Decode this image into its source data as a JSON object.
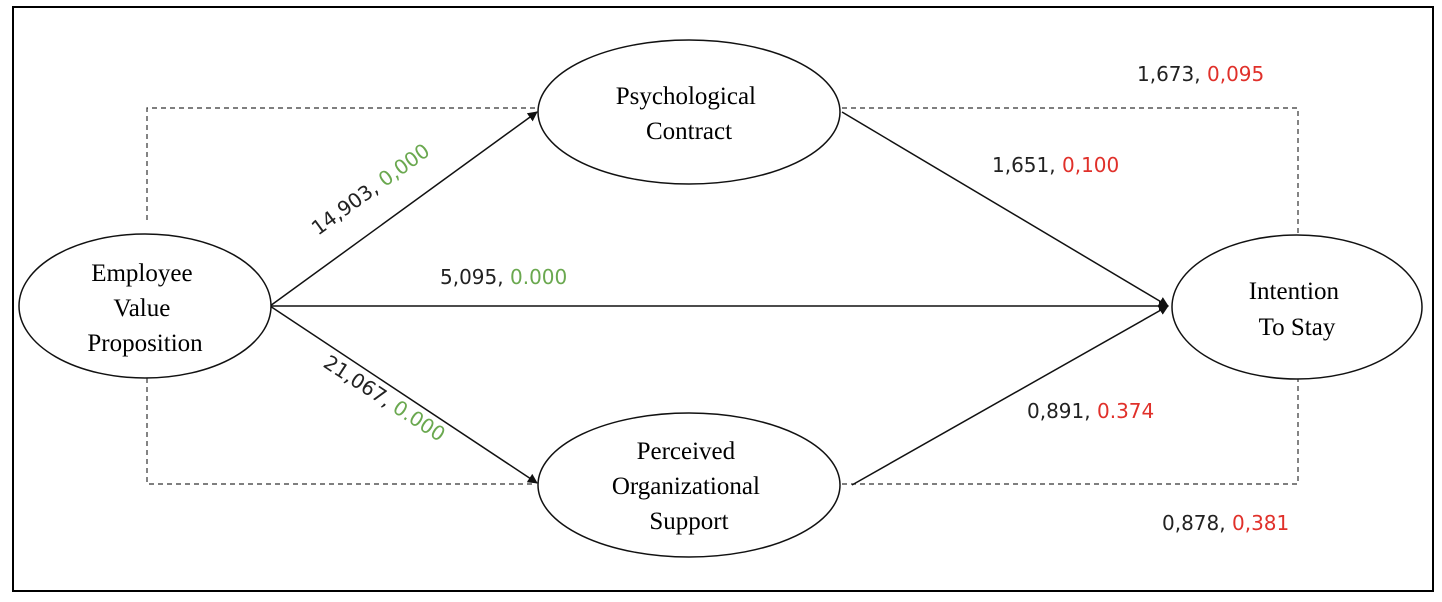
{
  "colors": {
    "black": "#222222",
    "green": "#6aa84f",
    "red": "#e0302a"
  },
  "nodes": {
    "evp": {
      "lines": [
        "Employee",
        "Value",
        "Proposition"
      ]
    },
    "pc": {
      "lines": [
        "Psychological",
        "Contract"
      ]
    },
    "pos": {
      "lines": [
        "Perceived",
        "Organizational",
        "Support"
      ]
    },
    "its": {
      "lines": [
        "Intention",
        "To Stay"
      ]
    }
  },
  "edges": {
    "evp_pc": {
      "stat": "14,903,",
      "p": "0,000",
      "p_color": "green"
    },
    "evp_its": {
      "stat": "5,095,",
      "p": "0.000",
      "p_color": "green"
    },
    "evp_pos": {
      "stat": "21,067,",
      "p": "0.000",
      "p_color": "green"
    },
    "pc_its": {
      "stat": "1,651,",
      "p": "0,100",
      "p_color": "red"
    },
    "pos_its": {
      "stat": "0,891,",
      "p": "0.374",
      "p_color": "red"
    },
    "evp_pc_its_indirect": {
      "stat": "1,673,",
      "p": "0,095",
      "p_color": "red"
    },
    "evp_pos_its_indirect": {
      "stat": "0,878,",
      "p": "0,381",
      "p_color": "red"
    }
  }
}
